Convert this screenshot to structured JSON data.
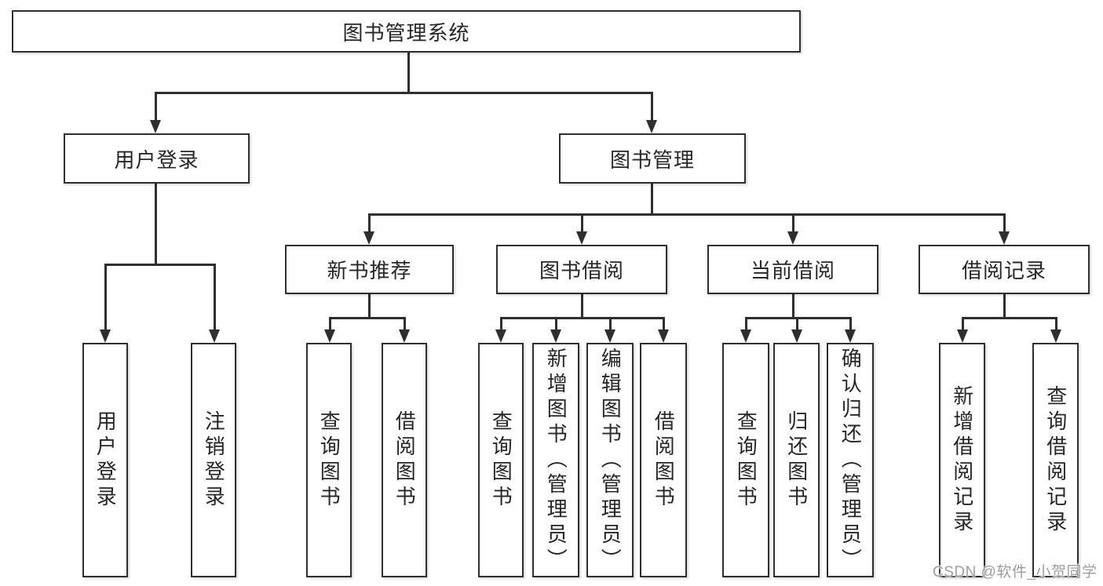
{
  "diagram": {
    "root": {
      "label": "图书管理系统"
    },
    "level2": [
      {
        "label": "用户登录"
      },
      {
        "label": "图书管理"
      }
    ],
    "level3": [
      {
        "label": "新书推荐"
      },
      {
        "label": "图书借阅"
      },
      {
        "label": "当前借阅"
      },
      {
        "label": "借阅记录"
      }
    ],
    "leaves": {
      "user_login": [
        {
          "label": "用户登录"
        },
        {
          "label": "注销登录"
        }
      ],
      "new_book": [
        {
          "label": "查询图书"
        },
        {
          "label": "借阅图书"
        }
      ],
      "book_borrow": [
        {
          "label": "查询图书"
        },
        {
          "label": "新增图书（管理员）"
        },
        {
          "label": "编辑图书（管理员）"
        },
        {
          "label": "借阅图书"
        }
      ],
      "current_borrow": [
        {
          "label": "查询图书"
        },
        {
          "label": "归还图书"
        },
        {
          "label": "确认归还（管理员）"
        }
      ],
      "borrow_record": [
        {
          "label": "新增借阅记录"
        },
        {
          "label": "查询借阅记录"
        }
      ]
    }
  },
  "watermark": {
    "text": "CSDN @软件_小贺同学"
  },
  "colors": {
    "line": "#2f2f2f",
    "text": "#262626",
    "watermark": "#9e9e9e",
    "background": "#ffffff"
  }
}
